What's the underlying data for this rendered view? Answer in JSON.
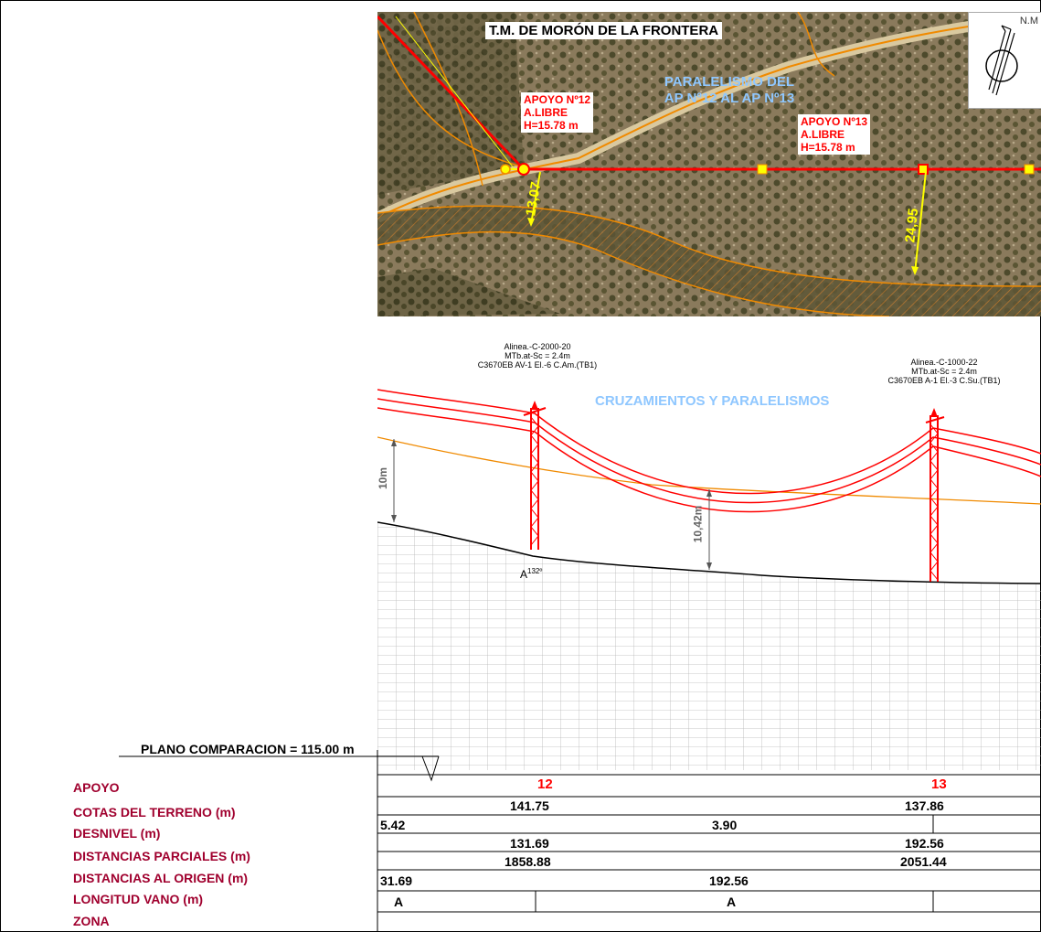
{
  "aerial": {
    "title": "T.M. DE MORÓN DE LA FRONTERA",
    "paralelismo_line1": "PARALELISMO DEL",
    "paralelismo_line2": "AP Nº12 AL AP Nº13",
    "apoyo12": {
      "line1": "APOYO Nº12",
      "line2": "A.LIBRE",
      "line3": "H=15.78 m"
    },
    "apoyo13": {
      "line1": "APOYO Nº13",
      "line2": "A.LIBRE",
      "line3": "H=15.78 m"
    },
    "dist_a": "13,07",
    "dist_b": "24,95",
    "north_label": "N.M"
  },
  "profile": {
    "support12_note": [
      "Alinea.-C-2000-20",
      "MTb.at-Sc = 2.4m",
      "C3670EB AV-1 El.-6 C.Am.(TB1)"
    ],
    "support13_note": [
      "Alinea.-C-1000-22",
      "MTb.at-Sc = 2.4m",
      "C3670EB A-1 El.-3 C.Su.(TB1)"
    ],
    "heading": "CRUZAMIENTOS Y PARALELISMOS",
    "clearance_left": "10m",
    "clearance_mid": "10,42m",
    "angle_label": "A",
    "angle_value": "132º"
  },
  "table": {
    "plano": "PLANO COMPARACION = 115.00 m",
    "labels": [
      "APOYO",
      "COTAS DEL TERRENO (m)",
      "DESNIVEL (m)",
      "DISTANCIAS PARCIALES (m)",
      "DISTANCIAS AL ORIGEN (m)",
      "LONGITUD VANO (m)",
      "ZONA"
    ],
    "apoyo": [
      "12",
      "13"
    ],
    "cotas": [
      "141.75",
      "137.86"
    ],
    "desnivel": [
      "5.42",
      "3.90"
    ],
    "parciales": [
      "131.69",
      "192.56"
    ],
    "origen": [
      "1858.88",
      "2051.44"
    ],
    "vano": [
      "31.69",
      "192.56"
    ],
    "zona": [
      "A",
      "A"
    ]
  },
  "colors": {
    "line_red": "#ff0000",
    "label_blue": "#8fc7ff",
    "row_label": "#a0002e",
    "orange": "#f08a00",
    "yellow": "#ffff00"
  }
}
